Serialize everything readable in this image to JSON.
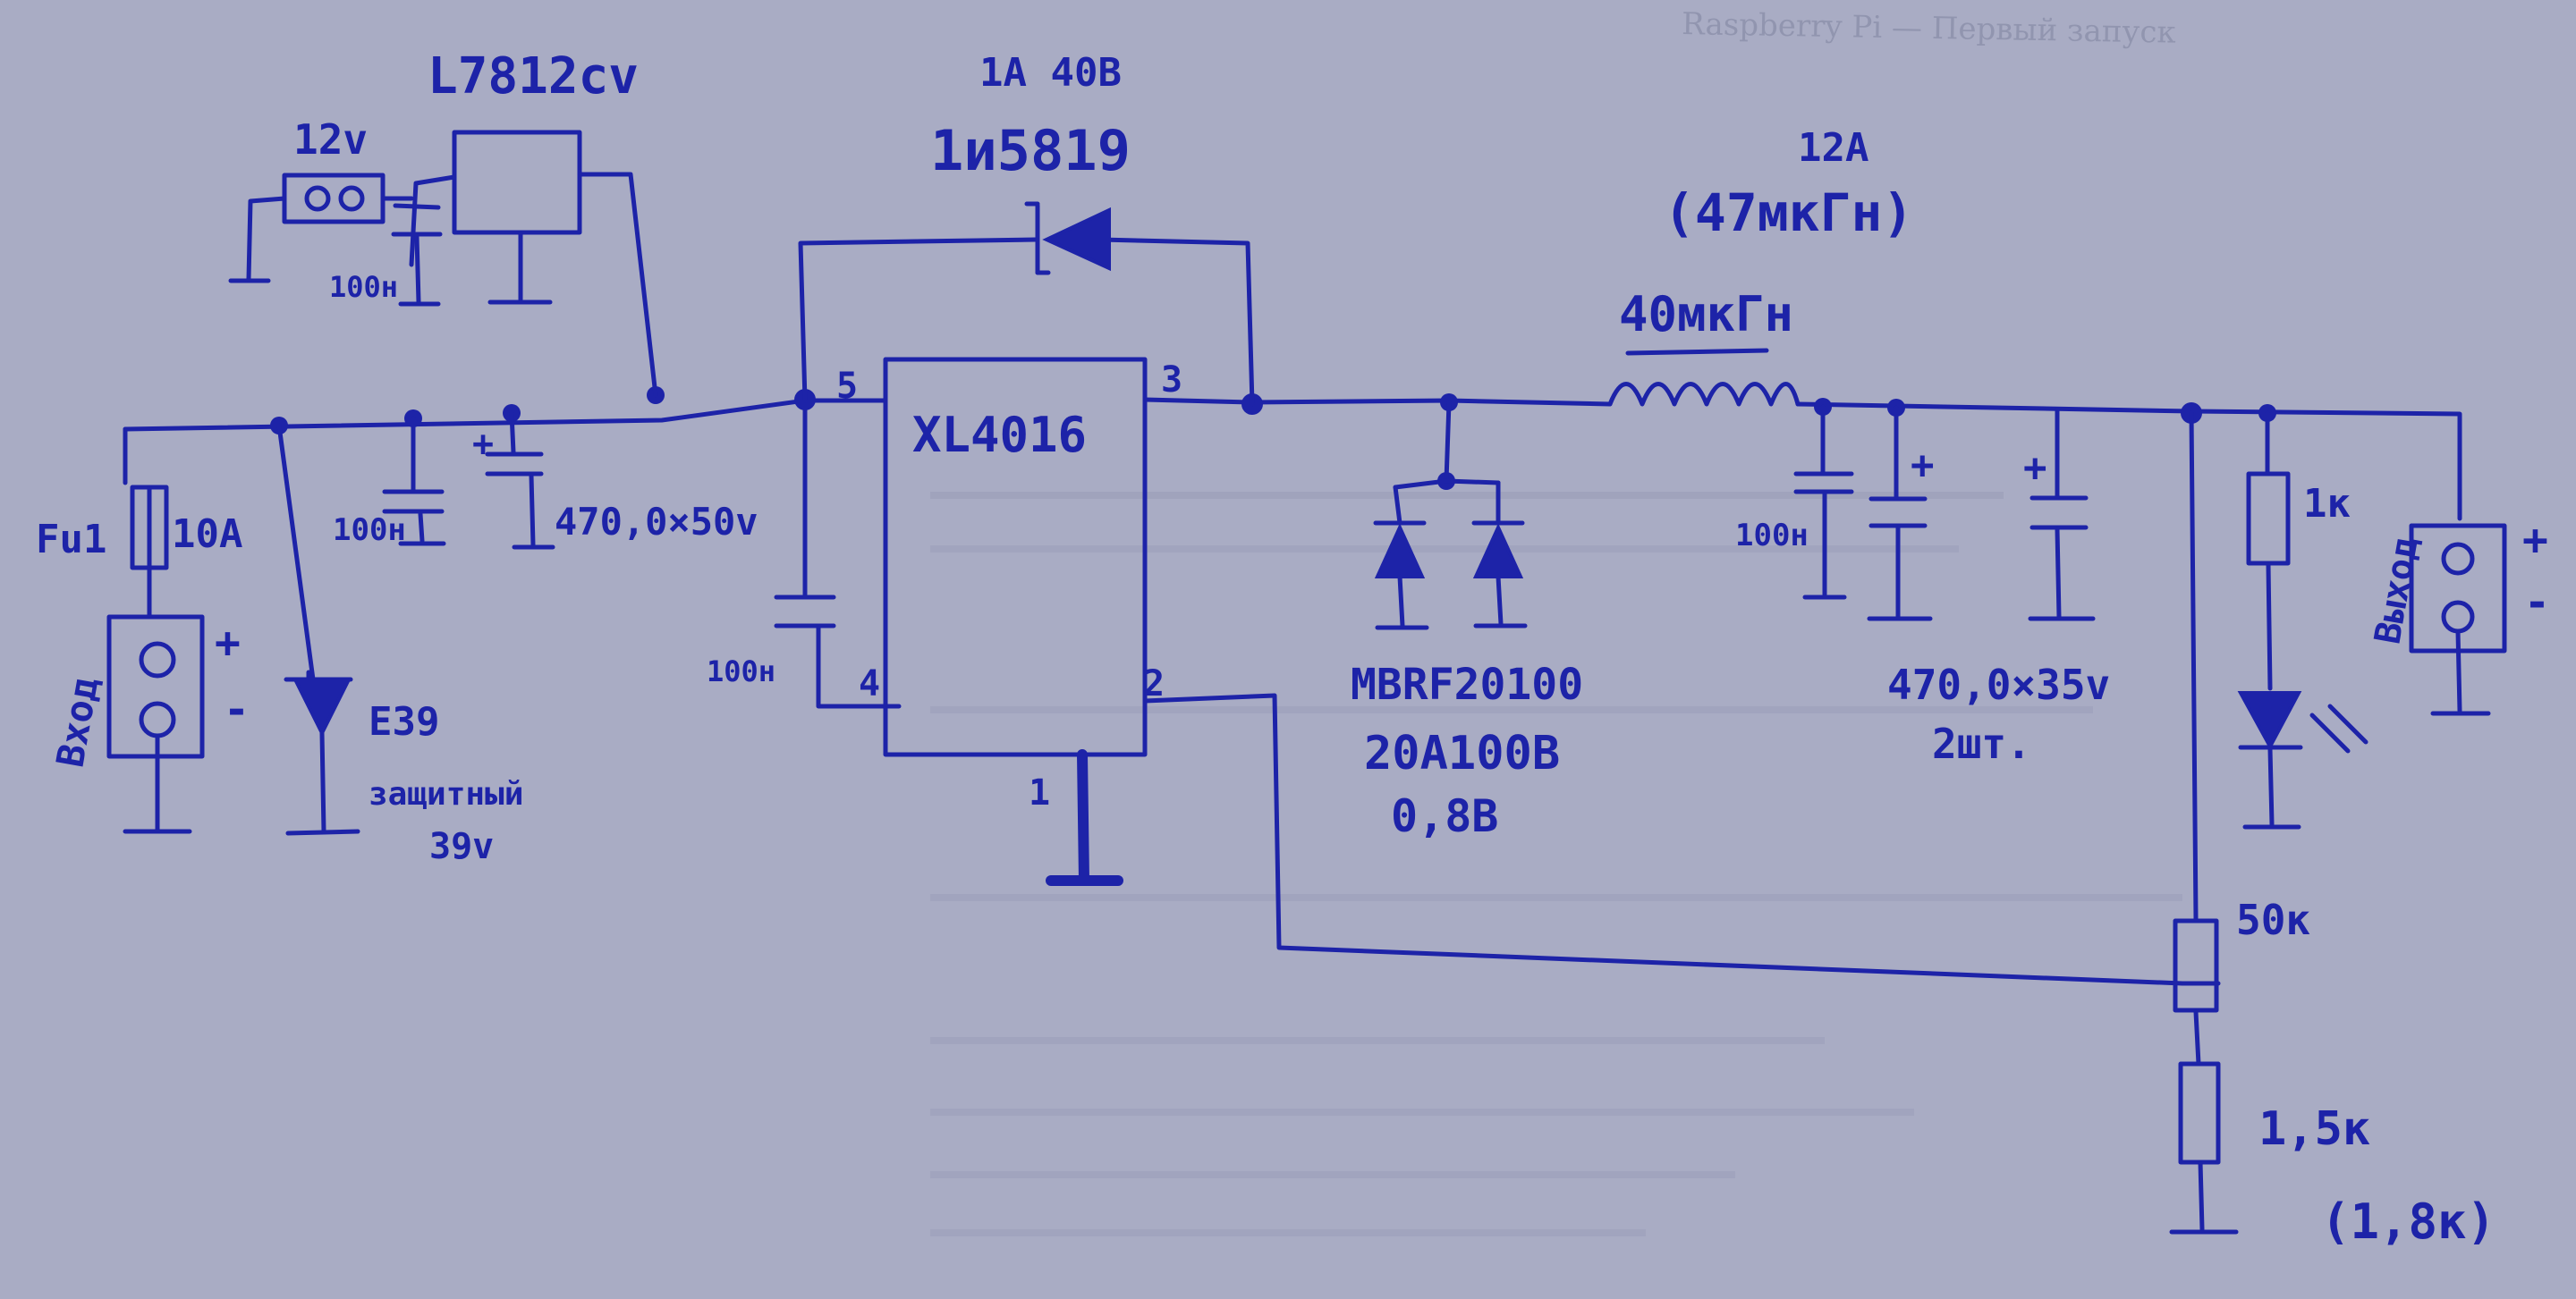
{
  "schematic": {
    "ic_main": "XL4016",
    "pins": {
      "p1": "1",
      "p2": "2",
      "p3": "3",
      "p4": "4",
      "p5": "5"
    },
    "regulator": "L7812cv",
    "fan_voltage": "12v",
    "diode_top_rating": "1A 40В",
    "diode_top_part": "1и5819",
    "inductor_rating": "12А",
    "inductor_alt": "(47мкГн)",
    "inductor_value": "40мкГн",
    "fuse_label": "Fu1",
    "fuse_value": "10А",
    "input_label": "Вход",
    "output_label": "Выход",
    "plus": "+",
    "minus": "-",
    "zener_code": "E39",
    "zener_desc": "защитный",
    "zener_voltage": "39v",
    "cap_100n": "100н",
    "cap_in_electrolytic": "470,0×50v",
    "schottky_part": "MBRF20100",
    "schottky_rating": "20А100В",
    "schottky_drop": "0,8В",
    "cap_out_electrolytic": "470,0×35v",
    "cap_out_count": "2шт.",
    "r_led": "1к",
    "r_pot": "50к",
    "r_bottom": "1,5к",
    "r_bottom_alt": "(1,8к)"
  },
  "ink_color": "#1d23a8",
  "paper_color": "#a9acc4"
}
